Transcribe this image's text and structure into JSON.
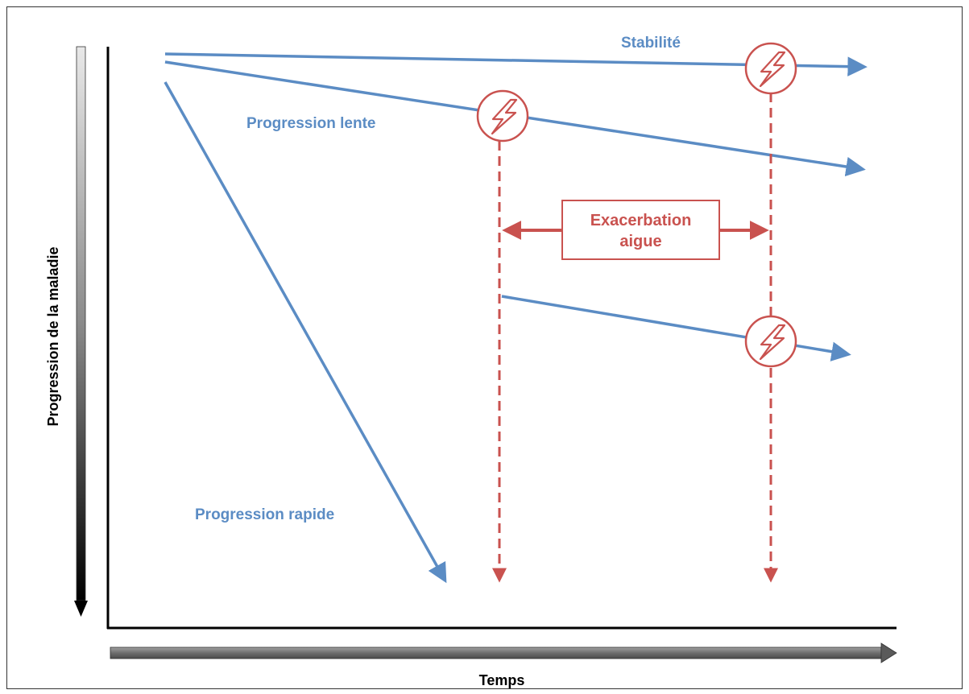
{
  "axes": {
    "y_label": "Progression de la maladie",
    "x_label": "Temps"
  },
  "trajectories": {
    "stable": "Stabilité",
    "slow": "Progression lente",
    "rapid": "Progression rapide"
  },
  "event": {
    "label_line1": "Exacerbation",
    "label_line2": "aigue",
    "icon": "lightning-icon"
  },
  "colors": {
    "trajectory": "#5b8cc4",
    "exacerbation": "#c9524f",
    "axis": "#000000"
  }
}
